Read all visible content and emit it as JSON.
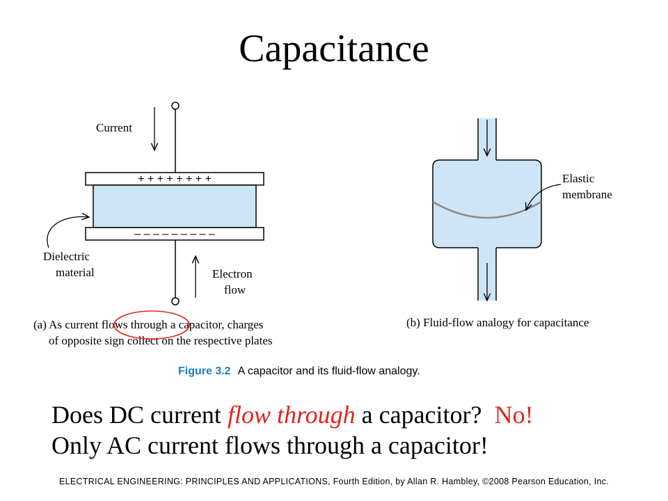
{
  "title": "Capacitance",
  "figure_a": {
    "current_label": "Current",
    "plus_signs": "+ + + + + + + +",
    "minus_signs": "– – – – – – – – –",
    "dielectric_line1": "Dielectric",
    "dielectric_line2": "material",
    "electron_line1": "Electron",
    "electron_line2": "flow",
    "caption_line1_pre": "(a) As current ",
    "caption_line1_circled": "flows through",
    "caption_line1_post": " a capacitor, charges",
    "caption_line2": "of opposite sign collect on the respective plates"
  },
  "figure_b": {
    "membrane_line1": "Elastic",
    "membrane_line2": "membrane",
    "caption": "(b) Fluid-flow analogy for capacitance"
  },
  "figure_caption": {
    "number": "Figure 3.2",
    "text": "A capacitor and its fluid-flow analogy."
  },
  "question": {
    "pre": "Does DC current ",
    "emphasis": "flow through",
    "post": " a capacitor?  ",
    "answer": "No!"
  },
  "statement": "Only AC current flows through a capacitor!",
  "footer": "ELECTRICAL ENGINEERING: PRINCIPLES AND APPLICATIONS, Fourth Edition, by Allan R. Hambley, ©2008 Pearson Education, Inc.",
  "colors": {
    "dielectric_fill": "#cde5f6",
    "highlight_red": "#e0251f",
    "figure_blue": "#1a7fc1",
    "membrane_gray": "#888888"
  }
}
